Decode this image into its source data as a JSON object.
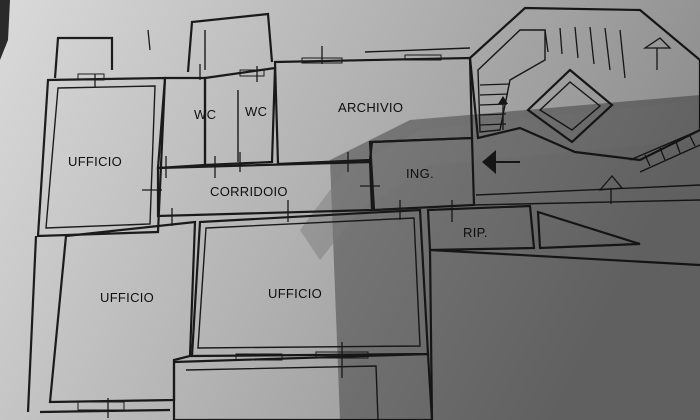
{
  "rooms": {
    "wc_left": "WC",
    "wc_right": "WC",
    "archivio": "ARCHIVIO",
    "ufficio_top": "UFFICIO",
    "ingresso": "ING.",
    "corridoio": "CORRIDOIO",
    "ripostiglio": "RIP.",
    "ufficio_bottom_left": "UFFICIO",
    "ufficio_bottom_center": "UFFICIO"
  },
  "colors": {
    "paper": "#d9d9d9",
    "ink": "#1e1e1e",
    "shadow": "#7a7a7a"
  },
  "icons": [
    "entrance-arrow-icon",
    "stair-up-arrow-icon"
  ]
}
